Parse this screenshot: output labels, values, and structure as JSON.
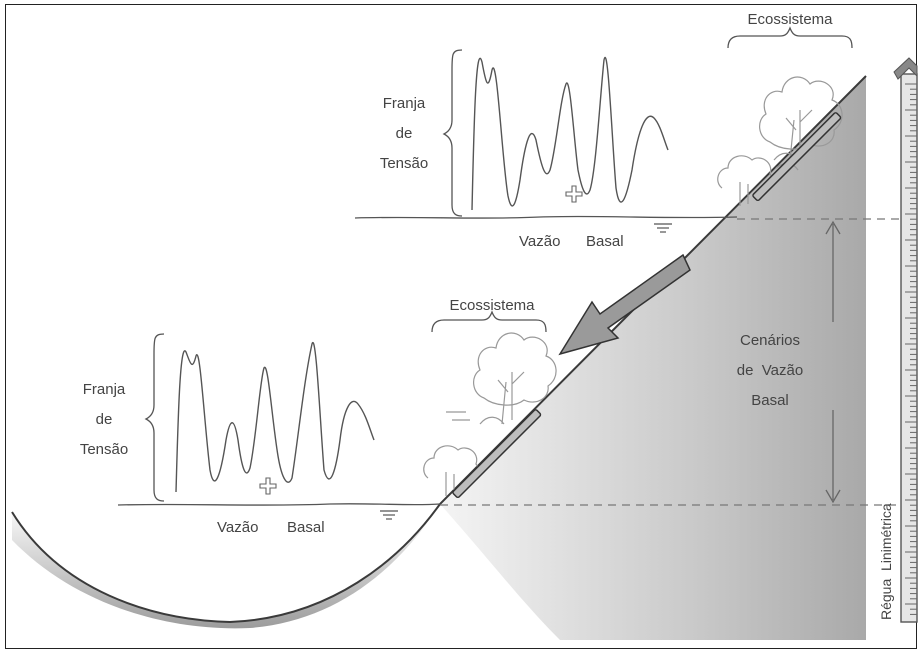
{
  "upper_scenario": {
    "ecosystem_label": "Ecossistema",
    "fringe_label": [
      "Franja",
      "de",
      "Tensão"
    ],
    "baseflow_label": [
      "Vazão",
      "Basal"
    ]
  },
  "lower_scenario": {
    "ecosystem_label": "Ecossistema",
    "fringe_label": [
      "Franja",
      "de",
      "Tensão"
    ],
    "baseflow_label": [
      "Vazão",
      "Basal"
    ]
  },
  "scenarios_label": [
    "Cenários",
    "de  Vazão",
    "Basal"
  ],
  "gauge_label": "Régua  Linimétrica"
}
